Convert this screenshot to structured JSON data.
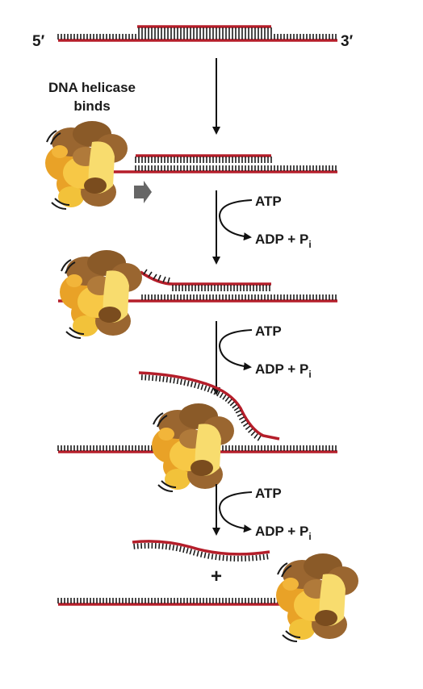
{
  "labels": {
    "five_prime": "5′",
    "three_prime": "3′",
    "title_line1": "DNA helicase",
    "title_line2": "binds",
    "plus": "+"
  },
  "steps": [
    {
      "atp": "ATP",
      "adp": "ADP + P",
      "sub": "i"
    },
    {
      "atp": "ATP",
      "adp": "ADP + P",
      "sub": "i"
    },
    {
      "atp": "ATP",
      "adp": "ADP + P",
      "sub": "i"
    }
  ],
  "colors": {
    "strand": "#b51e2a",
    "tick": "#1c1c1c",
    "helicase_light": "#f7d35a",
    "helicase_orange": "#e9a227",
    "helicase_brown": "#9a6630",
    "helicase_dark": "#7a4c1e",
    "arrow": "#111111",
    "motion_arrow": "#666666"
  }
}
